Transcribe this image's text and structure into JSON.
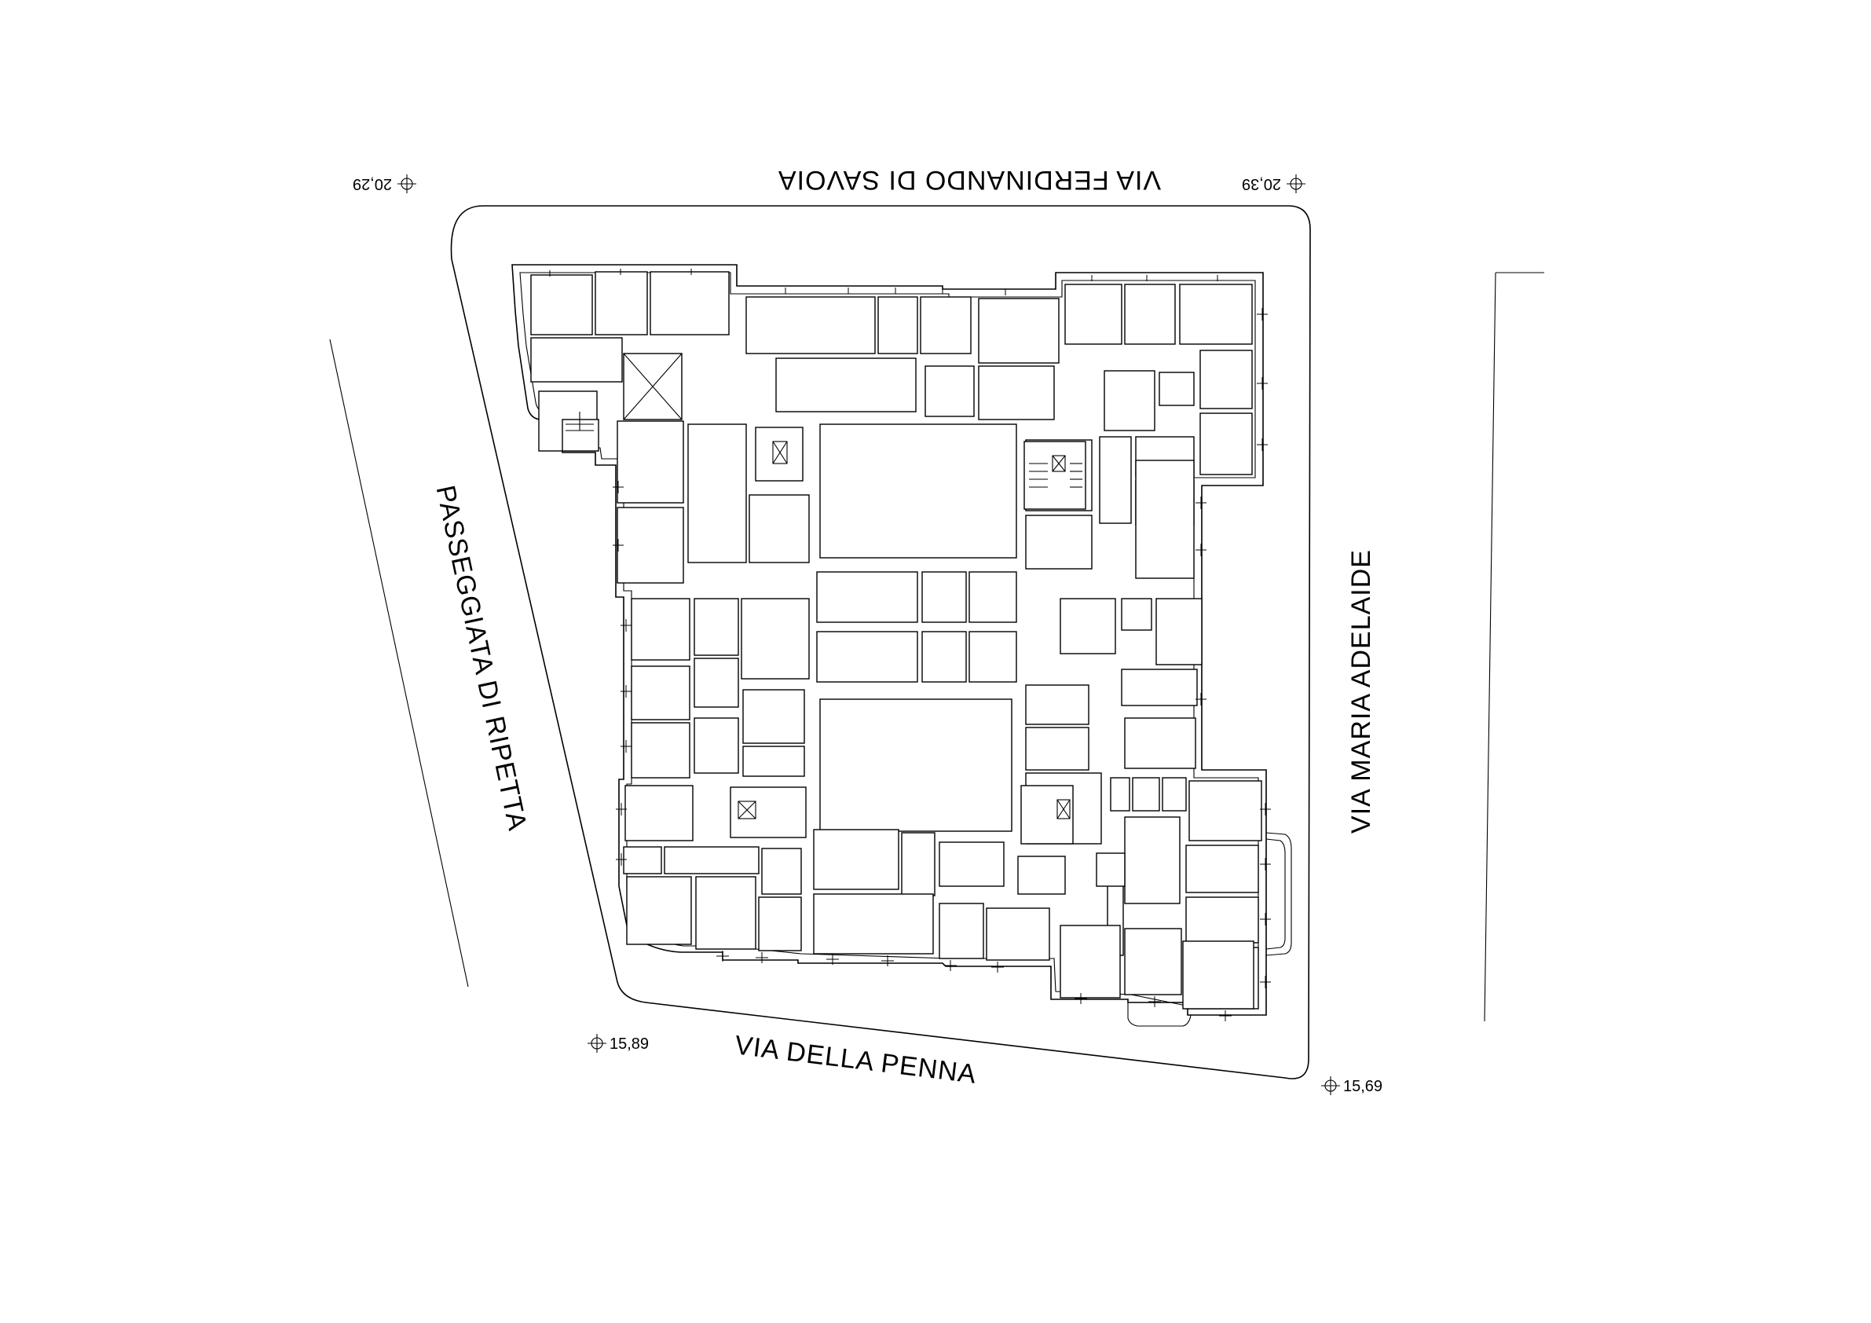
{
  "streets": {
    "north": "VIA FERDINANDO DI SAVOIA",
    "west": "PASSEGGIATA DI RIPETTA",
    "east": "VIA MARIA ADELAIDE",
    "south": "VIA DELLA PENNA"
  },
  "elevations": {
    "nw": "20,29",
    "ne": "20,39",
    "sw": "15,89",
    "se": "15,69"
  },
  "icons": [
    "spot-elevation-marker",
    "stair-icon",
    "lift-shaft-icon"
  ]
}
